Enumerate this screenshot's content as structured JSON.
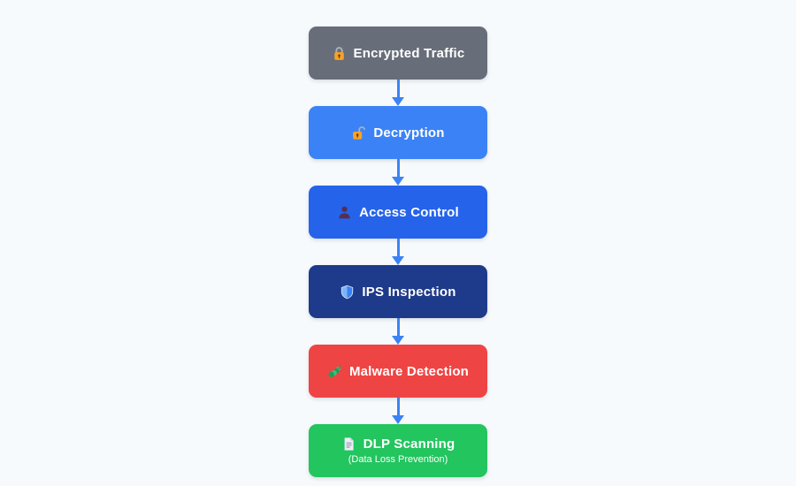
{
  "diagram": {
    "background_color": "#f7fafc",
    "arrow_color": "#3b82f6",
    "nodes": [
      {
        "label": "Encrypted Traffic",
        "icon": "lock-closed-icon",
        "bg_color": "#676e79",
        "text_color": "#ffffff"
      },
      {
        "label": "Decryption",
        "icon": "lock-open-icon",
        "bg_color": "#3b82f6",
        "text_color": "#ffffff"
      },
      {
        "label": "Access Control",
        "icon": "person-silhouette-icon",
        "bg_color": "#2563eb",
        "text_color": "#ffffff"
      },
      {
        "label": "IPS Inspection",
        "icon": "shield-icon",
        "bg_color": "#1e3a8a",
        "text_color": "#ffffff"
      },
      {
        "label": "Malware Detection",
        "icon": "bug-icon",
        "bg_color": "#ef4444",
        "text_color": "#ffffff"
      },
      {
        "label": "DLP Scanning",
        "sublabel": "(Data Loss Prevention)",
        "icon": "document-icon",
        "bg_color": "#22c55e",
        "text_color": "#ffffff"
      }
    ]
  }
}
